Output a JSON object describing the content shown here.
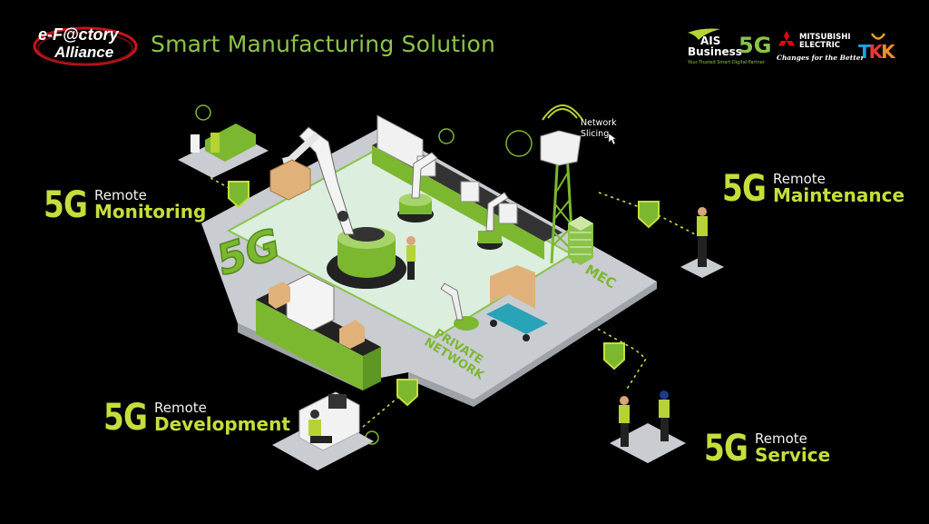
{
  "header": {
    "title": "Smart Manufacturing Solution",
    "logo_efactory": {
      "line1": "e-F@ctory",
      "line2": "Alliance"
    },
    "partners": [
      {
        "name": "AIS Business 5G",
        "line1": "AIS",
        "line2": "Business",
        "badge": "5G",
        "tagline": "Your Trusted Smart Digital Partner"
      },
      {
        "name": "Mitsubishi Electric",
        "line1": "MITSUBISHI",
        "line2": "ELECTRIC",
        "tagline": "Changes for the Better"
      },
      {
        "name": "TKK",
        "text": "TKK"
      }
    ]
  },
  "services": [
    {
      "id": "monitoring",
      "prefix": "5G",
      "small": "Remote",
      "big": "Monitoring"
    },
    {
      "id": "maintenance",
      "prefix": "5G",
      "small": "Remote",
      "big": "Maintenance"
    },
    {
      "id": "development",
      "prefix": "5G",
      "small": "Remote",
      "big": "Development"
    },
    {
      "id": "service",
      "prefix": "5G",
      "small": "Remote",
      "big": "Service"
    }
  ],
  "diagram": {
    "tower_label_line1": "Network",
    "tower_label_line2": "Slicing",
    "floor_badge": "5G",
    "mec_label": "MEC",
    "private_network_line1": "PRIVATE",
    "private_network_line2": "NETWORK"
  },
  "colors": {
    "accent_green": "#c6dd3b",
    "title_green": "#8bc34a",
    "machine_green": "#7cb82f",
    "floor_light": "#dceedd",
    "platform_gray": "#c9ccd1",
    "background": "#000000"
  }
}
